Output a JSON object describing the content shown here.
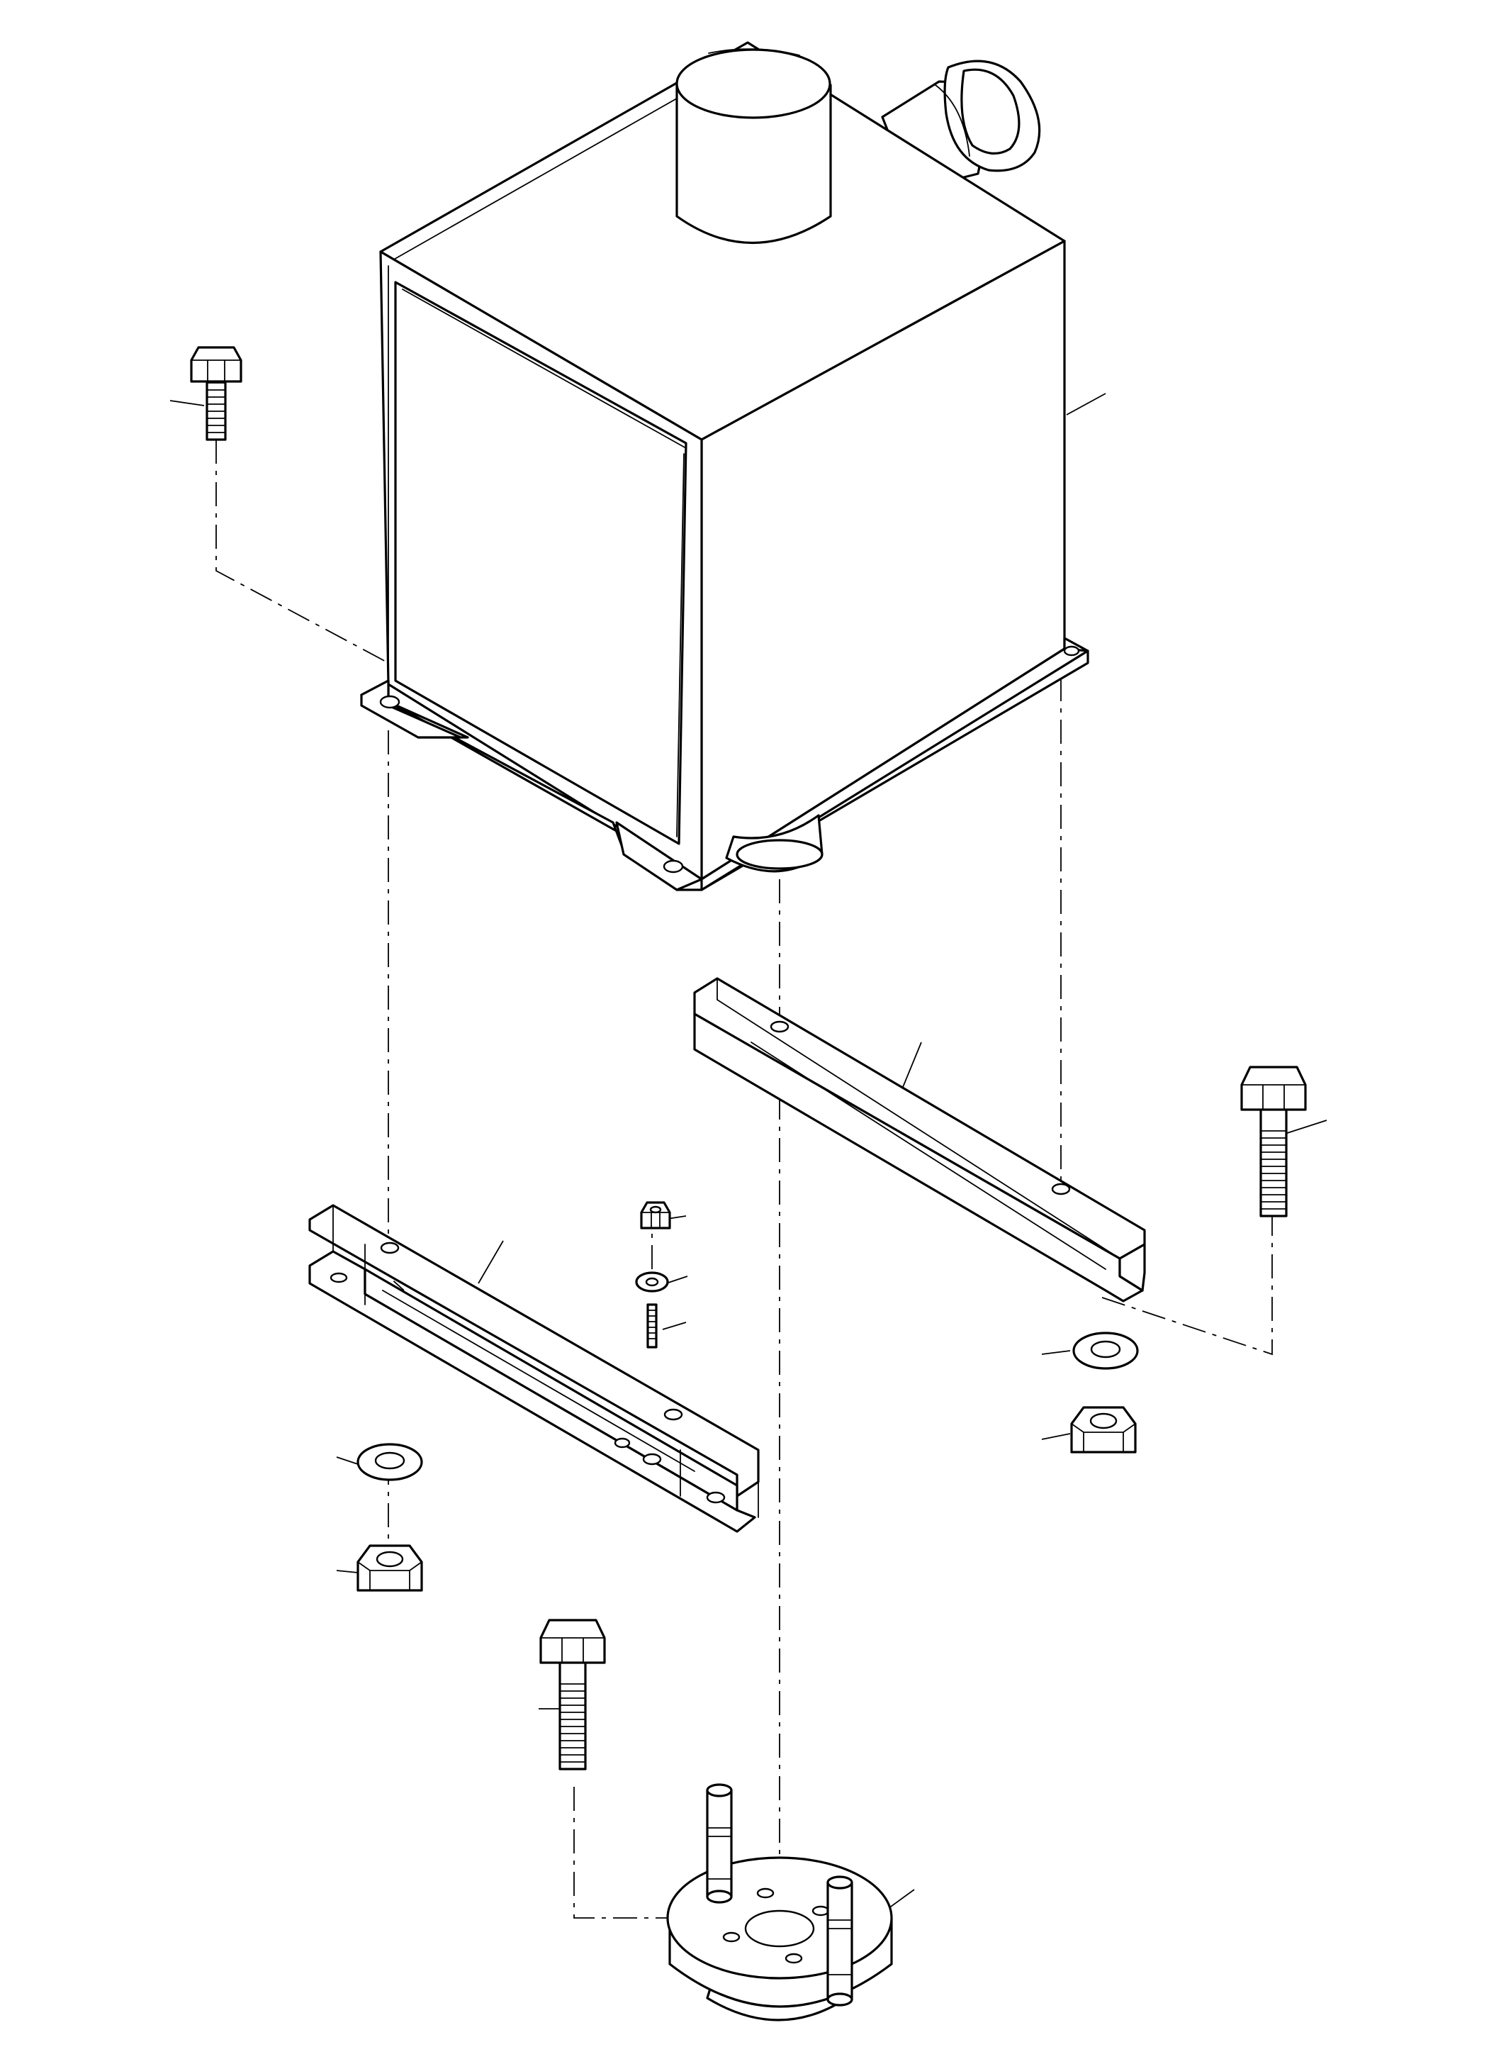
{
  "drawing": {
    "kind": "exploded assembly view",
    "parts": [
      {
        "id": "tank",
        "icon": "box-tank-icon"
      },
      {
        "id": "bolt-upper-left",
        "icon": "hex-bolt-icon"
      },
      {
        "id": "bolt-right",
        "icon": "hex-bolt-icon"
      },
      {
        "id": "bolt-lower",
        "icon": "hex-bolt-icon"
      },
      {
        "id": "rail-right",
        "icon": "channel-rail-icon"
      },
      {
        "id": "rail-left",
        "icon": "channel-rail-icon"
      },
      {
        "id": "small-nut",
        "icon": "hex-nut-icon"
      },
      {
        "id": "small-washer",
        "icon": "washer-icon"
      },
      {
        "id": "stud",
        "icon": "stud-icon"
      },
      {
        "id": "washer-left",
        "icon": "washer-icon"
      },
      {
        "id": "nut-left",
        "icon": "hex-nut-icon"
      },
      {
        "id": "washer-right",
        "icon": "washer-icon"
      },
      {
        "id": "nut-right",
        "icon": "hex-nut-icon"
      },
      {
        "id": "mounting-flange",
        "icon": "flange-icon"
      }
    ],
    "colors": {
      "line": "#000000",
      "background": "#ffffff"
    }
  }
}
